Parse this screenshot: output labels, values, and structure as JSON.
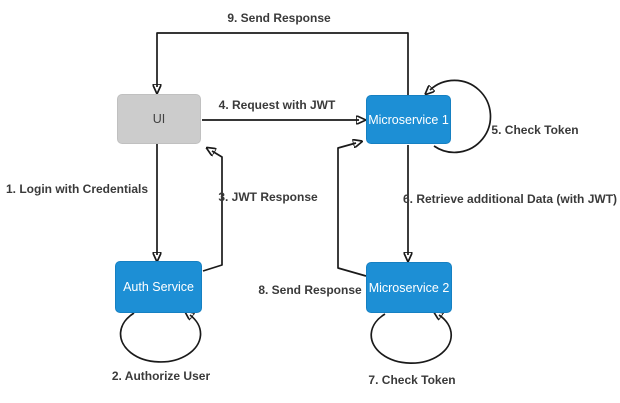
{
  "nodes": {
    "ui": {
      "label": "UI"
    },
    "microservice1": {
      "label": "Microservice 1"
    },
    "auth_service": {
      "label": "Auth Service"
    },
    "microservice2": {
      "label": "Microservice 2"
    }
  },
  "labels": {
    "step1": "1. Login with Credentials",
    "step2": "2. Authorize User",
    "step3": "3. JWT Response",
    "step4": "4. Request with JWT",
    "step5": "5. Check Token",
    "step6": "6. Retrieve additional Data (with JWT)",
    "step7": "7. Check Token",
    "step8": "8. Send Response",
    "step9": "9. Send Response"
  },
  "colors": {
    "node_blue": "#1d8fd5",
    "node_gray": "#cccccc",
    "arrow": "#1a1a1a",
    "label_text": "#3a3a3a",
    "background": "#ffffff"
  }
}
